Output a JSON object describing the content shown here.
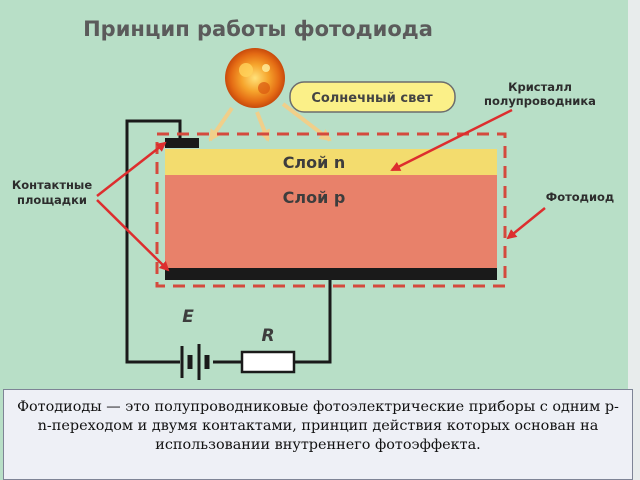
{
  "title": "Принцип работы фотодиода",
  "labels": {
    "sunlight": "Солнечный свет",
    "crystal_line1": "Кристалл",
    "crystal_line2": "полупроводника",
    "layer_n": "Слой n",
    "layer_p": "Слой p",
    "contacts_line1": "Контактные",
    "contacts_line2": "площадки",
    "photodiode": "Фотодиод",
    "emf": "E",
    "resistor": "R"
  },
  "caption": "Фотодиоды — это полупроводниковые фотоэлектрические приборы с одним p-n-переходом и двумя контактами, принцип действия которых основан на использовании внутреннего фотоэффекта.",
  "colors": {
    "background": "#b8dfc7",
    "layer_n": "#f3dc6e",
    "layer_p": "#e8816a",
    "dashed_border": "#d44a3d",
    "arrow_red": "#dd2e2e",
    "sun_arrow": "#e9c27a",
    "sunlight_box": "#fbf088",
    "wire": "#1a1a1a"
  }
}
